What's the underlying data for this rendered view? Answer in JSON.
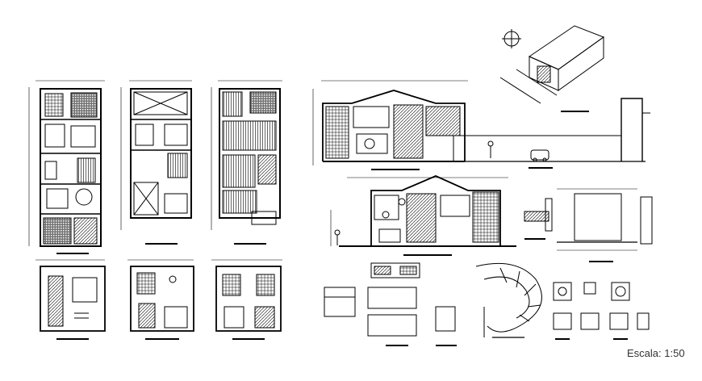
{
  "sheet": {
    "scale_label": "Escala: 1:50",
    "line_color": "#000000",
    "background": "#ffffff"
  },
  "drawings": [
    {
      "id": "floor-plan-1",
      "kind": "floor plan"
    },
    {
      "id": "floor-plan-2",
      "kind": "floor plan"
    },
    {
      "id": "roof-plan",
      "kind": "roof plan"
    },
    {
      "id": "front-elevation",
      "kind": "elevation"
    },
    {
      "id": "side-section",
      "kind": "section"
    },
    {
      "id": "facade-1",
      "kind": "facade"
    },
    {
      "id": "facade-2",
      "kind": "facade"
    },
    {
      "id": "facade-3",
      "kind": "facade"
    },
    {
      "id": "long-section",
      "kind": "section"
    },
    {
      "id": "isometric-view",
      "kind": "isometric"
    },
    {
      "id": "kitchen-details",
      "kind": "detail"
    },
    {
      "id": "spiral-stair",
      "kind": "detail"
    },
    {
      "id": "fixture-details",
      "kind": "detail"
    },
    {
      "id": "wall-detail",
      "kind": "detail"
    }
  ]
}
